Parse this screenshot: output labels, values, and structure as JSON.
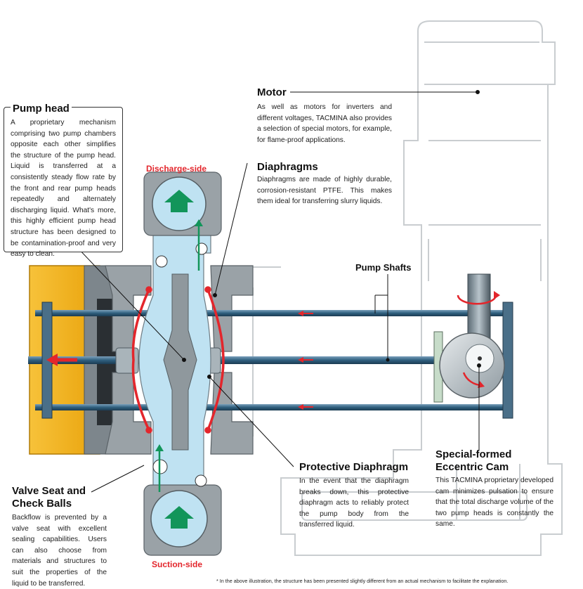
{
  "labels": {
    "pump_head": {
      "title": "Pump head",
      "text": "A proprietary mechanism comprising two pump chambers opposite each other simplifies the structure of the pump head. Liquid is transferred at a consistently steady flow rate by the front and rear pump heads repeatedly and alternately discharging liquid. What's more, this highly efficient pump head structure has been designed to be contamination-proof and very easy to clean."
    },
    "motor": {
      "title": "Motor",
      "text": "As well as motors for inverters and different voltages, TACMINA also provides a selection of special motors, for example, for flame-proof applications."
    },
    "diaphragms": {
      "title": "Diaphragms",
      "text": "Diaphragms are made of highly durable, corrosion-resistant PTFE. This makes them ideal for transferring slurry liquids."
    },
    "pump_shafts": {
      "title": "Pump Shafts"
    },
    "protective_diaphragm": {
      "title": "Protective Diaphragm",
      "text": "In the event that the diaphragm breaks down, this protective diaphragm acts to reliably protect the pump body from the transferred liquid."
    },
    "eccentric_cam": {
      "title_line1": "Special-formed",
      "title_line2": "Eccentric Cam",
      "text": "This TACMINA proprietary developed cam minimizes pulsation to ensure that the total discharge volume of the two pump heads is constantly the same."
    },
    "valve_seat": {
      "title_line1": "Valve Seat and",
      "title_line2": "Check Balls",
      "text": "Backflow is prevented by a valve seat with excellent sealing capabilities. Users can also choose from materials and structures to suit the properties of the liquid to be transferred."
    },
    "discharge_side": "Discharge-side",
    "suction_side": "Suction-side"
  },
  "footnote": "* In the above illustration, the structure has been presented slightly different from an actual mechanism to facilitate the explanation.",
  "colors": {
    "liquid": "#bfe2f2",
    "diaphragm": "#e3262c",
    "arrow_flow": "#12955a",
    "shaft": "#2f5f7e",
    "motor_block": "#f5b51b",
    "housing": "#8c949a",
    "outline": "#c9cdd0"
  }
}
